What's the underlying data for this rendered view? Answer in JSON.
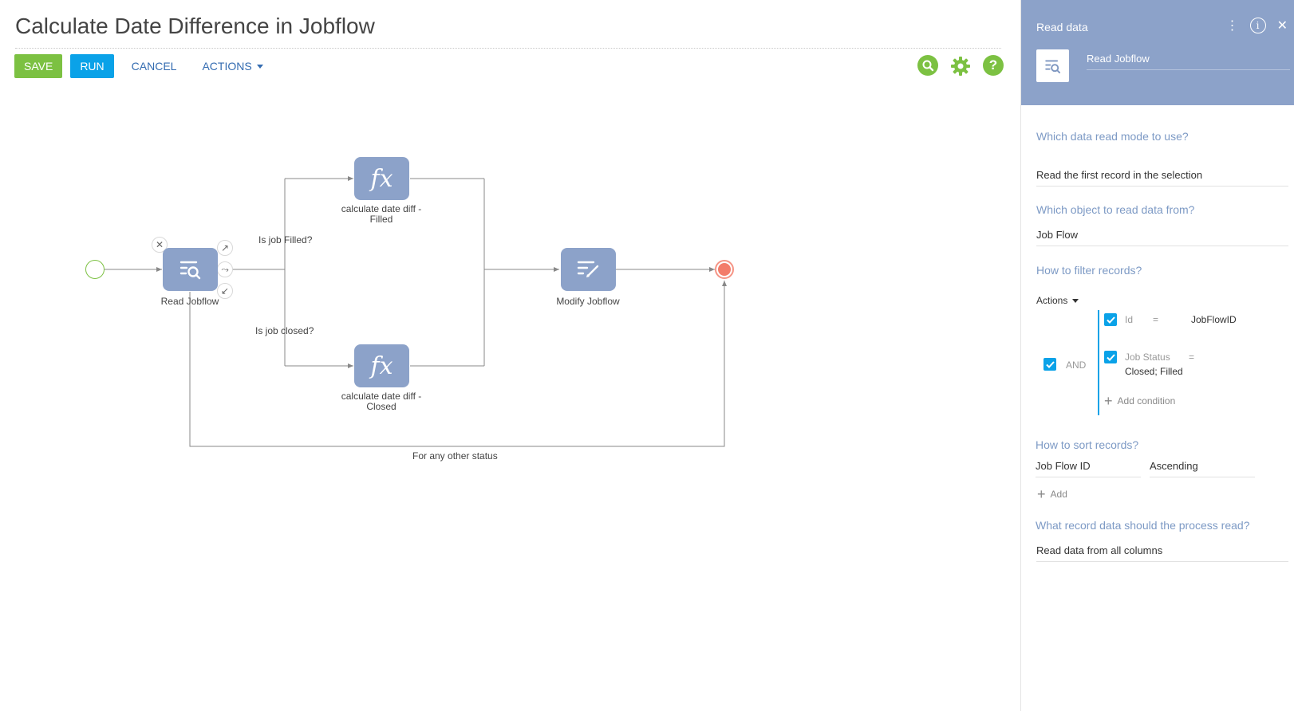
{
  "page": {
    "title": "Calculate Date Difference in Jobflow"
  },
  "toolbar": {
    "save": "SAVE",
    "run": "RUN",
    "cancel": "CANCEL",
    "actions": "ACTIONS"
  },
  "top_icons": [
    "search-icon",
    "gear-icon",
    "help-icon"
  ],
  "colors": {
    "accent_green": "#7cc142",
    "accent_blue": "#0aa2e8",
    "link_blue": "#346cb1",
    "node_fill": "#8ca2c9",
    "end_event": "#f37c6a"
  },
  "flow": {
    "nodes": {
      "read": "Read Jobflow",
      "calc_filled_line1": "calculate date diff -",
      "calc_filled_line2": "Filled",
      "calc_closed_line1": "calculate date diff -",
      "calc_closed_line2": "Closed",
      "modify": "Modify Jobflow"
    },
    "conditions": {
      "filled": "Is job Filled?",
      "closed": "Is job closed?",
      "other": "For any other status"
    }
  },
  "panel": {
    "title": "Read data",
    "element_name": "Read Jobflow",
    "mode_question": "Which data read mode to use?",
    "mode_value": "Read the first record in the selection",
    "object_question": "Which object to read data from?",
    "object_value": "Job Flow",
    "filter_question": "How to filter records?",
    "filter_actions": "Actions",
    "filter_group": "AND",
    "conditions": [
      {
        "field": "Id",
        "op": "=",
        "value": "JobFlowID"
      },
      {
        "field": "Job Status",
        "op": "=",
        "value": "Closed; Filled"
      }
    ],
    "add_condition": "Add condition",
    "sort_question": "How to sort records?",
    "sort_field": "Job Flow ID",
    "sort_order": "Ascending",
    "sort_add": "Add",
    "columns_question": "What record data should the process read?",
    "columns_value": "Read data from all columns"
  }
}
